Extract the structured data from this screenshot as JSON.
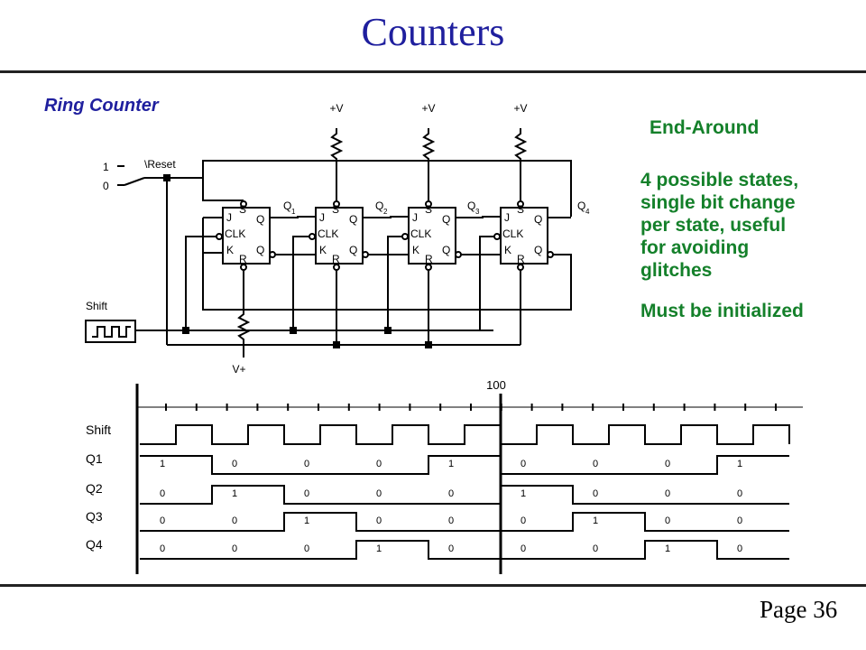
{
  "slide": {
    "title": "Counters",
    "subtitle": "Ring Counter",
    "page": "Page 36"
  },
  "notes": {
    "heading": "End-Around",
    "description": "4 possible states,\nsingle bit change\nper state, useful\nfor avoiding\nglitches",
    "init": "Must be initialized"
  },
  "circuit": {
    "supply_labels": [
      "+V",
      "+V",
      "+V"
    ],
    "ground_label": "V+",
    "switch": {
      "high": "1",
      "low": "0",
      "name": "\\Reset"
    },
    "clock_label": "Shift",
    "flipflop_pins": {
      "j": "J",
      "s": "S",
      "q": "Q",
      "clk": "CLK",
      "k": "K",
      "qbar": "Q",
      "r": "R"
    },
    "outputs": [
      "Q",
      "Q",
      "Q",
      "Q"
    ],
    "output_subscripts": [
      "1",
      "2",
      "3",
      "4"
    ]
  },
  "timing": {
    "marker_label": "100",
    "signals": [
      "Shift",
      "Q1",
      "Q2",
      "Q3",
      "Q4"
    ],
    "values": {
      "Q1": [
        "1",
        "0",
        "0",
        "0",
        "1",
        "0",
        "0",
        "0",
        "1"
      ],
      "Q2": [
        "0",
        "1",
        "0",
        "0",
        "0",
        "1",
        "0",
        "0",
        "0"
      ],
      "Q3": [
        "0",
        "0",
        "1",
        "0",
        "0",
        "0",
        "1",
        "0",
        "0"
      ],
      "Q4": [
        "0",
        "0",
        "0",
        "1",
        "0",
        "0",
        "0",
        "1",
        "0"
      ]
    }
  },
  "colors": {
    "title": "#1f1f9e",
    "notes": "#14802a",
    "lines": "#000000"
  }
}
